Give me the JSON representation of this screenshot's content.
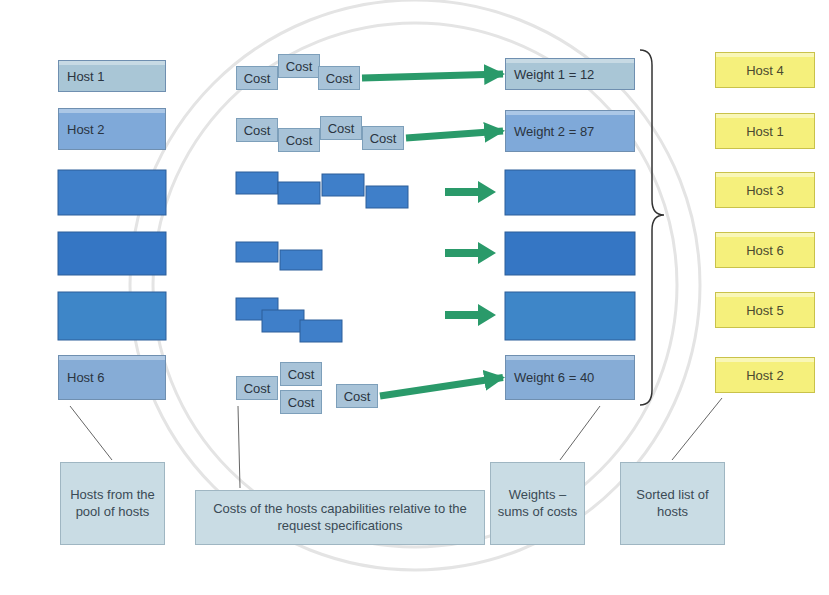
{
  "diagram": {
    "nodes": [
      {
        "text": [
          "Host 1"
        ]
      },
      {
        "text": [
          "Cost"
        ]
      },
      {
        "text": [
          "Cost"
        ]
      },
      {
        "text": [
          "Cost"
        ]
      },
      {
        "text": [
          "Weight 1 = 12"
        ]
      },
      {
        "text": [
          "Host 4"
        ]
      },
      {
        "text": [
          "Host 2"
        ]
      },
      {
        "text": [
          "Cost"
        ]
      },
      {
        "text": [
          "Cost"
        ]
      },
      {
        "text": [
          "Cost"
        ]
      },
      {
        "text": [
          "Cost"
        ]
      },
      {
        "text": [
          "Weight 2 = 87"
        ]
      },
      {
        "text": [
          "Host 1"
        ]
      },
      {
        "text": [
          "Host 3"
        ]
      },
      {
        "text": [
          "Host 6"
        ]
      },
      {
        "text": [
          "Host 5"
        ]
      },
      {
        "text": [
          "Host 6"
        ]
      },
      {
        "text": [
          "Cost"
        ]
      },
      {
        "text": [
          "Cost"
        ]
      },
      {
        "text": [
          "Cost"
        ]
      },
      {
        "text": [
          "Cost"
        ]
      },
      {
        "text": [
          "Weight 6 = 40"
        ]
      },
      {
        "text": [
          "Host 2"
        ]
      },
      {
        "text": [
          "Hosts from the pool of hosts"
        ]
      },
      {
        "text": [
          "Costs of the hosts capabilities relative to the request specifications"
        ]
      },
      {
        "text": [
          "Weights – sums of costs"
        ]
      },
      {
        "text": [
          "Sorted list of hosts"
        ]
      }
    ],
    "edges": [
      {
        "from": 3,
        "to": 4,
        "arrow": "to"
      },
      {
        "from": 10,
        "to": 11,
        "arrow": "to"
      },
      {
        "from": 20,
        "to": 21,
        "arrow": "to"
      }
    ]
  }
}
